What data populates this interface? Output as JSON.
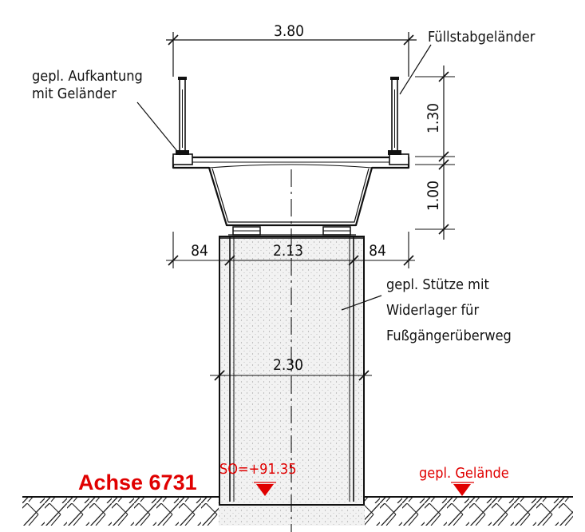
{
  "dimensions": {
    "deck_width": "3.80",
    "railing_height": "1.30",
    "deck_depth": "1.00",
    "side_offset_left": "84",
    "bearing_spacing": "2.13",
    "side_offset_right": "84",
    "column_width": "2.30"
  },
  "annotations": {
    "railing_right": "Füllstabgeländer",
    "upstand_line1": "gepl. Aufkantung",
    "upstand_line2": "mit Geländer",
    "column_line1": "gepl. Stütze mit",
    "column_line2": "Widerlager für",
    "column_line3": "Fußgängerüberweg"
  },
  "levels": {
    "axis": "Achse 6731",
    "top_of_ground": "SO=+91.35",
    "ground": "gepl. Gelände"
  },
  "colors": {
    "line": "#111111",
    "marker": "#e00000",
    "column_fill": "#efefef"
  }
}
